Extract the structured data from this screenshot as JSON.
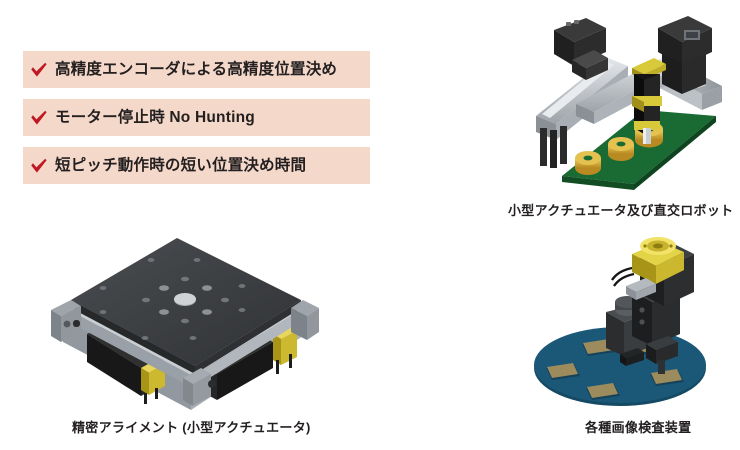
{
  "page": {
    "background_color": "#ffffff",
    "text_color": "#231f20"
  },
  "feature_list": {
    "highlight_color": "#f4d8c9",
    "check_color": "#c01722",
    "check_icon": "check-mark-icon",
    "items": [
      {
        "check": "✔",
        "text": "高精度エンコーダによる高精度位置決め"
      },
      {
        "check": "✔",
        "text": "モーター停止時 No Hunting"
      },
      {
        "check": "✔",
        "text": "短ピッチ動作時の短い位置決め時間"
      }
    ]
  },
  "figures": {
    "gantry": {
      "caption": "小型アクチュエータ及び直交ロボット",
      "alt": "cartesian-gantry-robot-illustration",
      "colors": {
        "motor_black": "#2b2b2b",
        "rail_silver": "#b9bdc2",
        "pcb_green": "#1a6b33",
        "puck_gold": "#d8ac3c",
        "accent_gold": "#e2c023"
      }
    },
    "stage": {
      "caption": "精密アライメント (小型アクチュエータ)",
      "alt": "precision-alignment-xy-stage-illustration",
      "colors": {
        "top_plate": "#3d3f42",
        "body_silver": "#a9adb2",
        "motor_black": "#1d1d1d",
        "connector_yellow": "#d8c03a"
      }
    },
    "inspection": {
      "caption": "各種画像検査装置",
      "alt": "image-inspection-rotary-table-illustration",
      "colors": {
        "table_blue": "#1b5878",
        "chip_tan": "#9c8b5c",
        "head_black": "#1f1f1f",
        "cap_yellow": "#d8c93a"
      }
    }
  }
}
